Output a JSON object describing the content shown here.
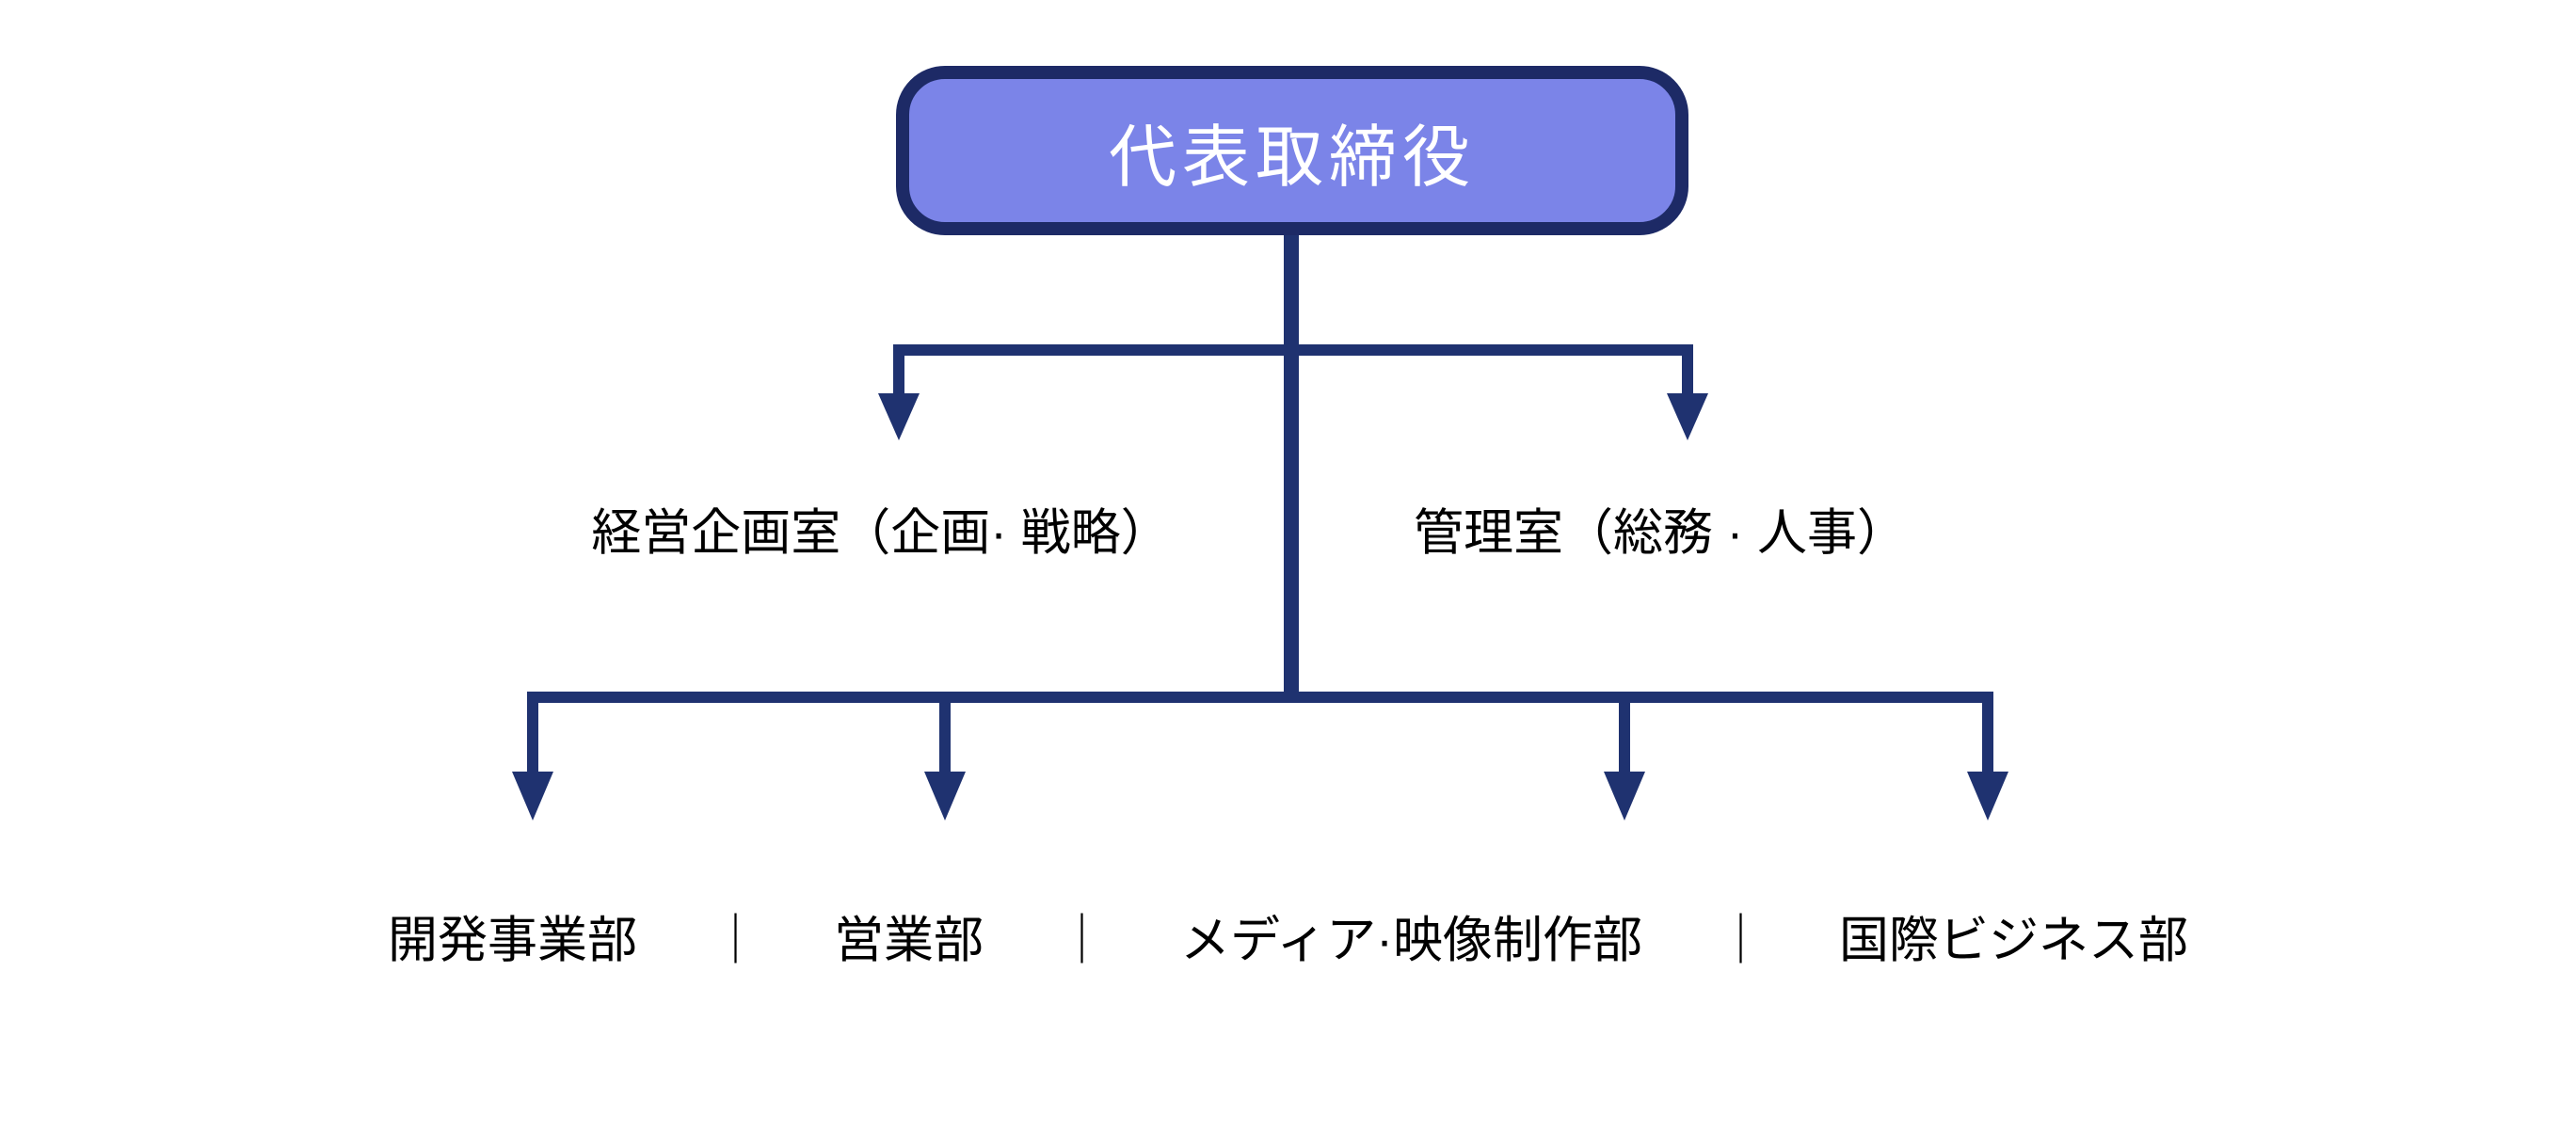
{
  "diagram": {
    "type": "org-chart",
    "background": "#ffffff",
    "colors": {
      "node_fill": "#7b84e8",
      "node_border": "#1d2a66",
      "connector": "#1f3270",
      "node_text": "#ffffff",
      "label_text": "#000000"
    },
    "root": {
      "label": "代表取締役"
    },
    "level1": {
      "left": {
        "label": "経営企画室（企画· 戦略）"
      },
      "right": {
        "label": "管理室（総務 · 人事）"
      }
    },
    "level2": {
      "separator": "｜",
      "items": [
        {
          "label": "開発事業部"
        },
        {
          "label": "営業部"
        },
        {
          "label": "メディア·映像制作部"
        },
        {
          "label": "国際ビジネス部"
        }
      ]
    }
  }
}
